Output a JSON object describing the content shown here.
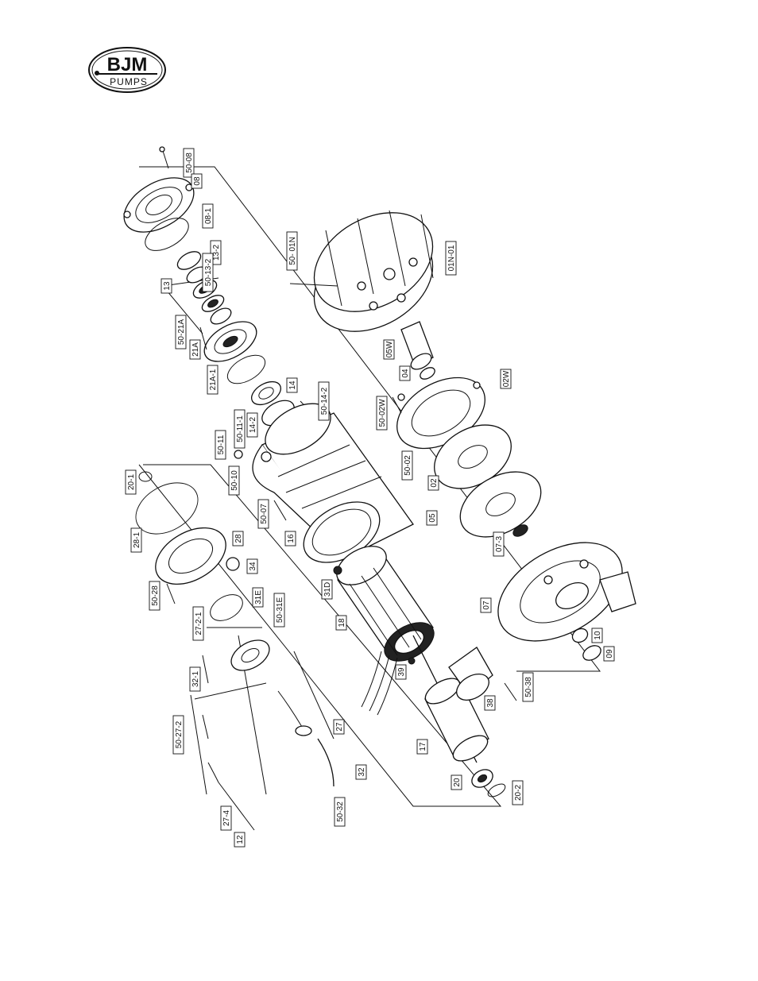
{
  "logo": {
    "top_text": "BJM",
    "bottom_text": "PUMPS"
  },
  "parts": {
    "p_50_08": "50-08",
    "p_08": "08",
    "p_08_1": "08-1",
    "p_13_2": "13-2",
    "p_50_13_2": "50-13-2",
    "p_13": "13",
    "p_50_21A": "50-21A",
    "p_21A": "21A",
    "p_21A_1": "21A-1",
    "p_14": "14",
    "p_50_14_2": "50-14-2",
    "p_14_2": "14-2",
    "p_50_11_1": "50-11-1",
    "p_50_11": "50-11",
    "p_50_10": "50-10",
    "p_50_07": "50-07",
    "p_16": "16",
    "p_31D": "31D",
    "p_18": "18",
    "p_20_1": "20-1",
    "p_28_1": "28-1",
    "p_28": "28",
    "p_34": "34",
    "p_50_28": "50-28",
    "p_27_2_1": "27-2-1",
    "p_31E": "31E",
    "p_50_31E": "50-31E",
    "p_32_1": "32-1",
    "p_50_27_2": "50-27-2",
    "p_27": "27",
    "p_32": "32",
    "p_50_32": "50-32",
    "p_27_4": "27-4",
    "p_12": "12",
    "p_39": "39",
    "p_17": "17",
    "p_20": "20",
    "p_20_2": "20-2",
    "p_38": "38",
    "p_50_38": "50-38",
    "p_09": "09",
    "p_10": "10",
    "p_07": "07",
    "p_07_3": "07-3",
    "p_05": "05",
    "p_02": "02",
    "p_50_02": "50-02",
    "p_50_02W": "50-02W",
    "p_02W": "02W",
    "p_04": "04",
    "p_05W": "05W",
    "p_01N_01": "01N-01",
    "p_50_01N": "50- 01N"
  }
}
